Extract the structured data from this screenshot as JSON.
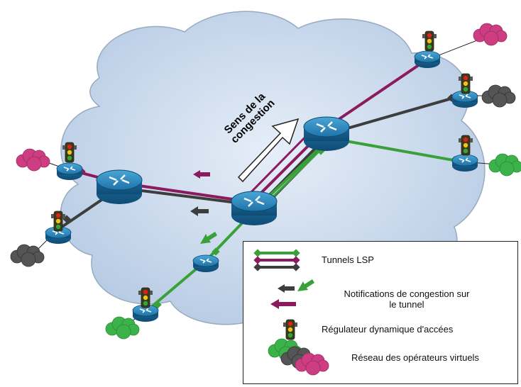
{
  "diagram": {
    "direction_label_line1": "Sens de la",
    "direction_label_line2": "congestion",
    "legend": {
      "tunnels": "Tunnels LSP",
      "notifications_line1": "Notifications de congestion sur",
      "notifications_line2": "le tunnel",
      "regulator": "Régulateur dynamique d'accées",
      "network": "Réseau  des opérateurs virtuels"
    },
    "colors": {
      "purple": "#8b1a5e",
      "dark_gray": "#3d3d3d",
      "green": "#3aa03a",
      "cloud_fill": "#c8d8ec",
      "cloud_stroke": "#9aa8b8",
      "router_blue": "#2b7fb0",
      "router_green_cloud": "#3cb34a",
      "router_pink_cloud": "#cc3d82",
      "router_gray_cloud": "#555555"
    },
    "icons": [
      "router-icon",
      "traffic-light-icon",
      "cloud-icon",
      "arrow-icon"
    ]
  }
}
